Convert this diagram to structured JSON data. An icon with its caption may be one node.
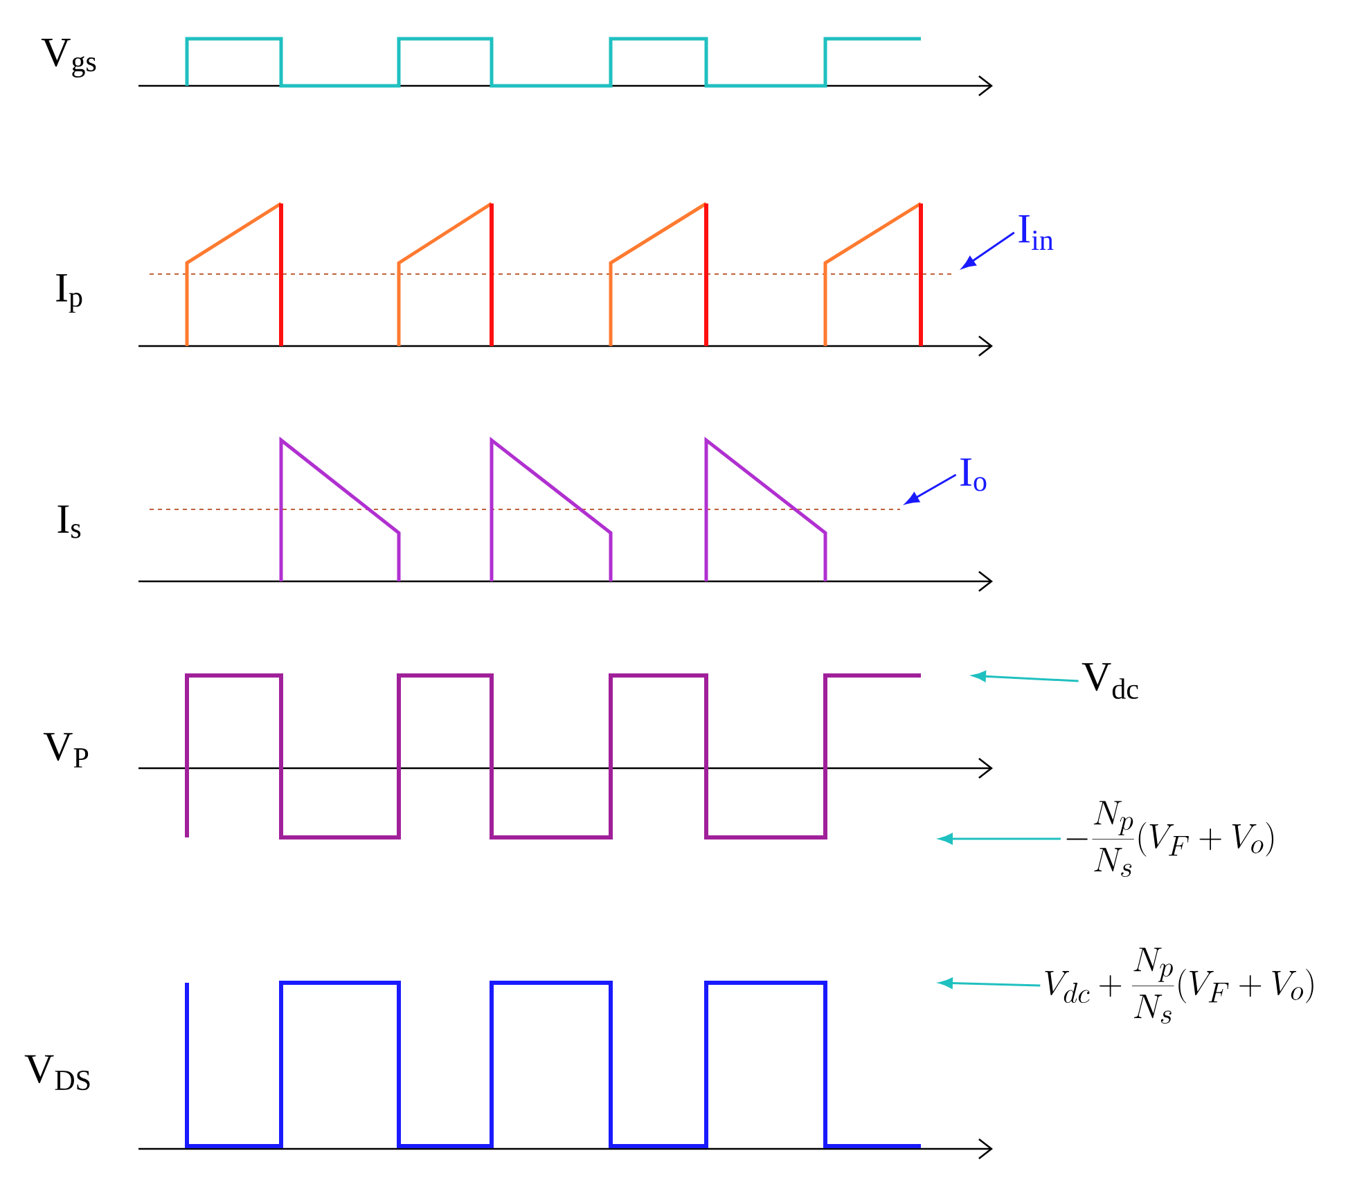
{
  "diagram": {
    "nodes": [
      {
        "text": [
          "I$_{in}$"
        ]
      },
      {
        "text": [
          "I$_{o}$"
        ]
      },
      {
        "text": [
          "V$_{dc}$"
        ]
      },
      {
        "text": [
          "-\\frac{N_p}{N_s}(V_F+V_o)"
        ]
      },
      {
        "text": [
          "V_{dc}+\\frac{N_p}{N_s}(V_F+V_o)"
        ]
      }
    ],
    "edges": [
      {
        "from": 0,
        "to": null,
        "arrow": "to",
        "color": "#1a1aff"
      },
      {
        "from": 1,
        "to": null,
        "arrow": "to",
        "color": "#1a1aff"
      },
      {
        "from": 2,
        "to": null,
        "arrow": "to"
      },
      {
        "from": 3,
        "to": null,
        "arrow": "to"
      },
      {
        "from": 4,
        "to": null,
        "arrow": "to"
      }
    ],
    "labels": [
      "V$_{gs}$",
      "I$_{p}$",
      "I$_{s}$",
      "V$_{P}$",
      "V$_{DS}$"
    ]
  }
}
